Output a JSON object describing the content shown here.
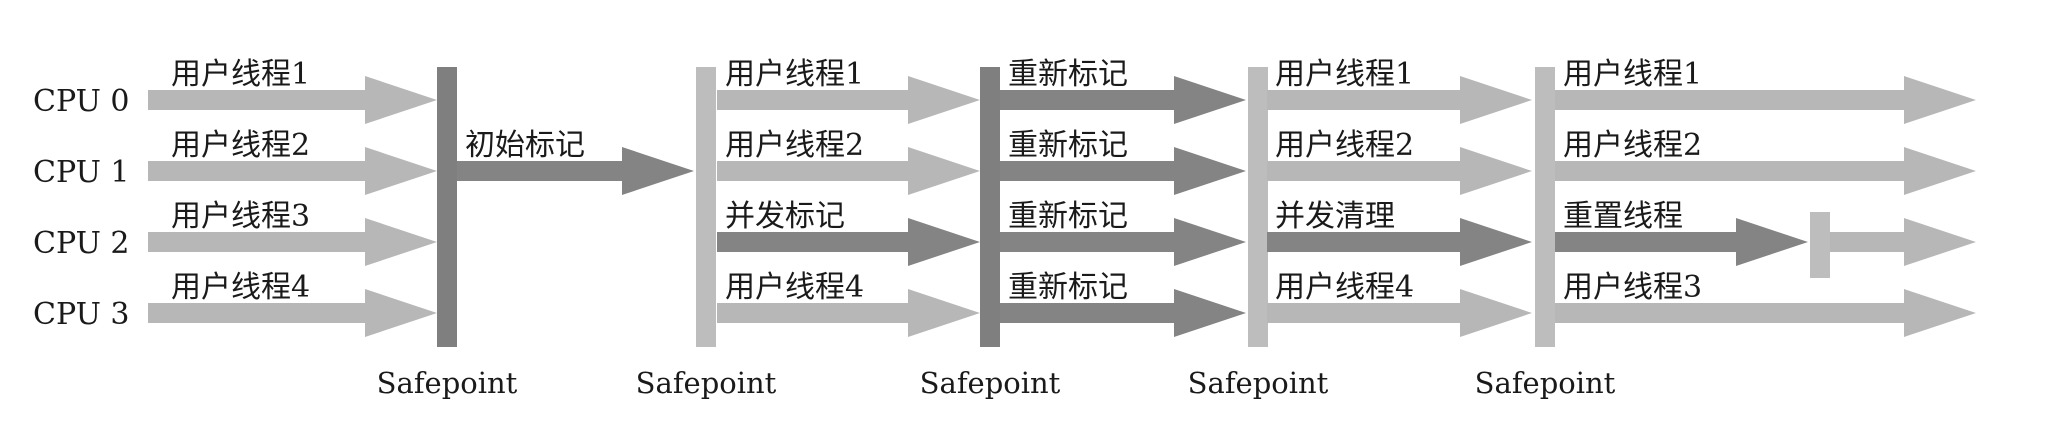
{
  "cpus": [
    "CPU 0",
    "CPU 1",
    "CPU 2",
    "CPU 3"
  ],
  "safepoint_label": "Safepoint",
  "colors": {
    "user": "#b7b7b7",
    "gc": "#848484",
    "bar_dark": "#7f7f7f",
    "bar_light": "#bdbdbd"
  },
  "phases": [
    {
      "name": "user-run",
      "segments": [
        {
          "row": 0,
          "label": "用户线程1",
          "kind": "user"
        },
        {
          "row": 1,
          "label": "用户线程2",
          "kind": "user"
        },
        {
          "row": 2,
          "label": "用户线程3",
          "kind": "user"
        },
        {
          "row": 3,
          "label": "用户线程4",
          "kind": "user"
        }
      ],
      "end_safepoint": "dark"
    },
    {
      "name": "initial-mark",
      "segments": [
        {
          "row": 1,
          "label": "初始标记",
          "kind": "gc"
        }
      ],
      "end_safepoint": "light"
    },
    {
      "name": "concurrent-mark",
      "segments": [
        {
          "row": 0,
          "label": "用户线程1",
          "kind": "user"
        },
        {
          "row": 1,
          "label": "用户线程2",
          "kind": "user"
        },
        {
          "row": 2,
          "label": "并发标记",
          "kind": "gc"
        },
        {
          "row": 3,
          "label": "用户线程4",
          "kind": "user"
        }
      ],
      "end_safepoint": "dark"
    },
    {
      "name": "remark",
      "segments": [
        {
          "row": 0,
          "label": "重新标记",
          "kind": "gc"
        },
        {
          "row": 1,
          "label": "重新标记",
          "kind": "gc"
        },
        {
          "row": 2,
          "label": "重新标记",
          "kind": "gc"
        },
        {
          "row": 3,
          "label": "重新标记",
          "kind": "gc"
        }
      ],
      "end_safepoint": "light"
    },
    {
      "name": "concurrent-sweep",
      "segments": [
        {
          "row": 0,
          "label": "用户线程1",
          "kind": "user"
        },
        {
          "row": 1,
          "label": "用户线程2",
          "kind": "user"
        },
        {
          "row": 2,
          "label": "并发清理",
          "kind": "gc"
        },
        {
          "row": 3,
          "label": "用户线程4",
          "kind": "user"
        }
      ],
      "end_safepoint": "light"
    },
    {
      "name": "reset",
      "segments": [
        {
          "row": 0,
          "label": "用户线程1",
          "kind": "user"
        },
        {
          "row": 1,
          "label": "用户线程2",
          "kind": "user"
        },
        {
          "row": 2,
          "label": "重置线程",
          "kind": "gc",
          "then_user": true
        },
        {
          "row": 3,
          "label": "用户线程3",
          "kind": "user"
        }
      ],
      "end_safepoint": null
    }
  ]
}
